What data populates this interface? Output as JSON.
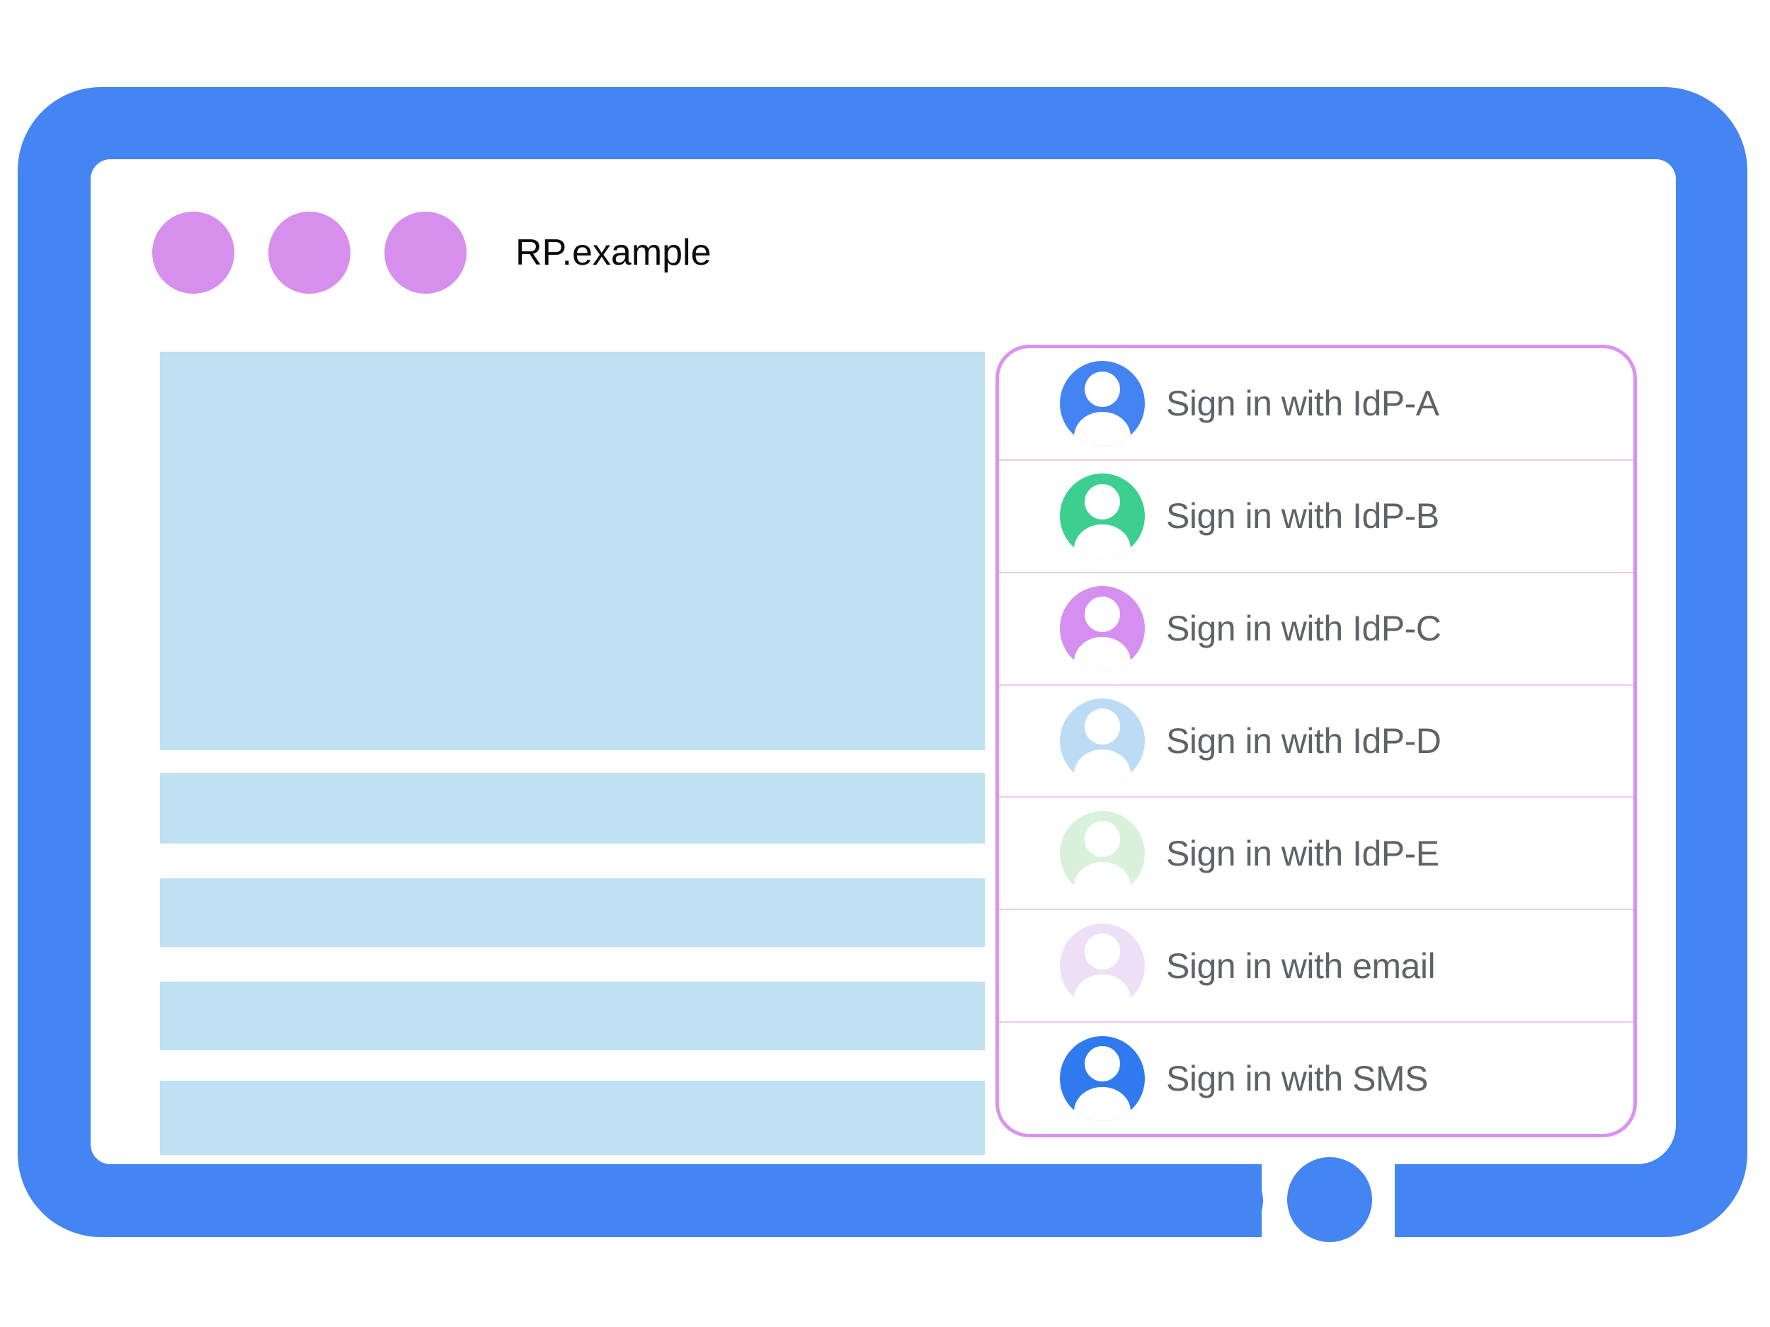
{
  "browser": {
    "title": "RP.example"
  },
  "signin_panel": {
    "items": [
      {
        "label": "Sign in with IdP-A",
        "icon": "user-avatar-icon",
        "avatar_color": "#4383F2"
      },
      {
        "label": "Sign in with IdP-B",
        "icon": "user-avatar-icon",
        "avatar_color": "#3DCF8F"
      },
      {
        "label": "Sign in with IdP-C",
        "icon": "user-avatar-icon",
        "avatar_color": "#D48FF0"
      },
      {
        "label": "Sign in with IdP-D",
        "icon": "user-avatar-icon",
        "avatar_color": "#BCDCF5"
      },
      {
        "label": "Sign in with IdP-E",
        "icon": "user-avatar-icon",
        "avatar_color": "#D9F1DB"
      },
      {
        "label": "Sign in with email",
        "icon": "user-avatar-icon",
        "avatar_color": "#EDE0F6"
      },
      {
        "label": "Sign in with SMS",
        "icon": "user-avatar-icon",
        "avatar_color": "#307AF0"
      }
    ]
  },
  "colors": {
    "frame_blue": "#4484F3",
    "window_dot_purple": "#D68FEC",
    "panel_border_purple": "#DA92F0",
    "panel_divider_pink": "#EBC8F5",
    "placeholder_blue": "#C0E0F3",
    "label_text_gray": "#5F6368",
    "title_text_black": "#0B0B0B"
  }
}
